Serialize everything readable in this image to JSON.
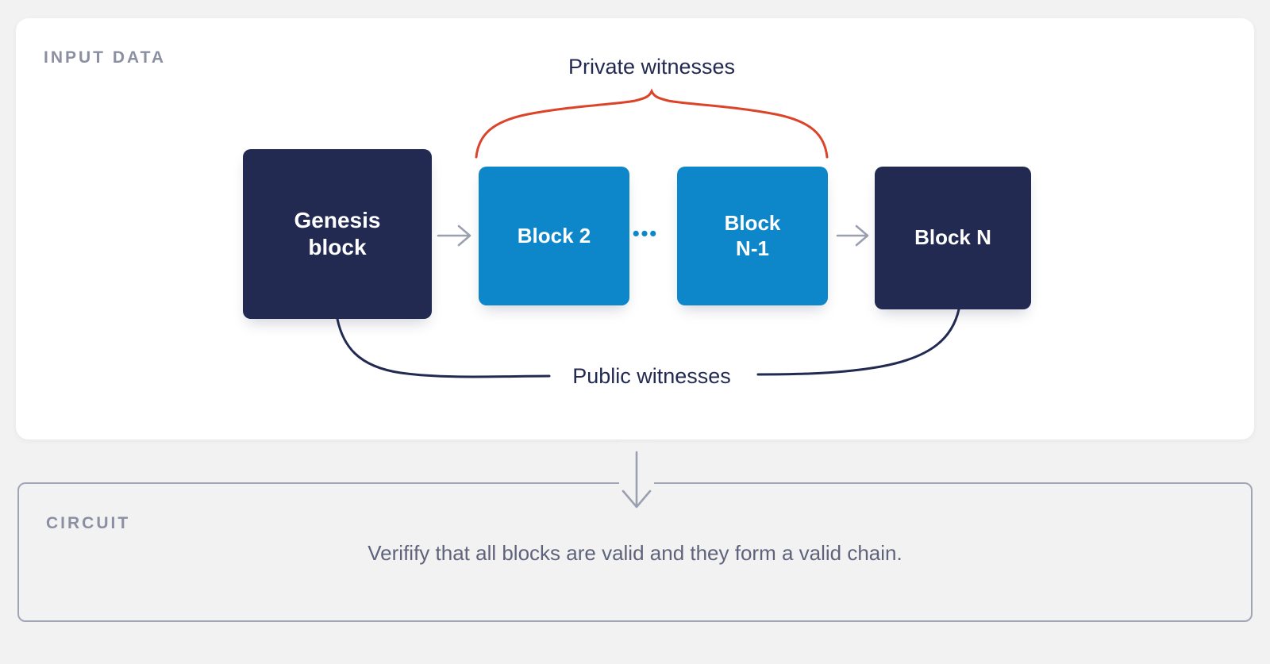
{
  "input_section": {
    "label": "INPUT DATA",
    "private_witnesses_label": "Private witnesses",
    "public_witnesses_label": "Public witnesses",
    "blocks": [
      {
        "id": "genesis-block",
        "lines": [
          "Genesis",
          "block"
        ],
        "style": "dark"
      },
      {
        "id": "block-2",
        "lines": [
          "Block 2"
        ],
        "style": "blue"
      },
      {
        "id": "block-n-1",
        "lines": [
          "Block",
          "N-1"
        ],
        "style": "blue"
      },
      {
        "id": "block-n",
        "lines": [
          "Block N"
        ],
        "style": "dark"
      }
    ],
    "ellipsis": "•••"
  },
  "circuit_section": {
    "label": "CIRCUIT",
    "description": "Verifify that all blocks are valid and they form a valid chain."
  },
  "colors": {
    "page_background": "#f2f2f3",
    "card_background": "#ffffff",
    "block_dark": "#222a52",
    "block_blue": "#0e86ca",
    "brace_orange": "#dc442a",
    "curve_navy": "#222a52",
    "arrow_gray": "#9aa0af",
    "section_label_gray": "#8b8fa2",
    "description_gray": "#5f637a",
    "circuit_border": "#a1a5b5"
  }
}
